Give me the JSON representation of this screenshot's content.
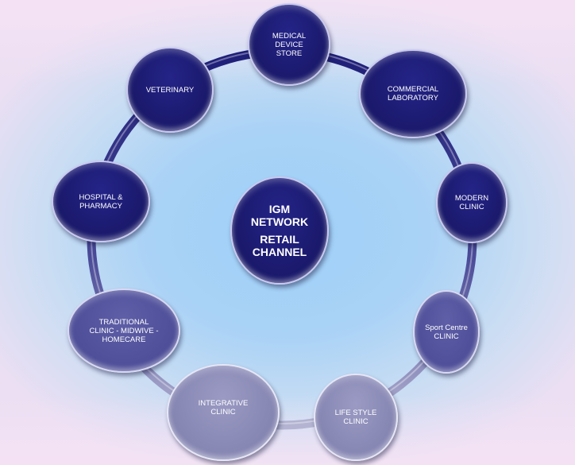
{
  "center": {
    "line1": "IGM\nNETWORK",
    "line2": "RETAIL\nCHANNEL"
  },
  "nodes": {
    "medical_device_store": "MEDICAL\nDEVICE\nSTORE",
    "commercial_laboratory": "COMMERCIAL\nLABORATORY",
    "modern_clinic": "MODERN\nCLINIC",
    "sport_centre_clinic": "Sport Centre\nCLINIC",
    "life_style_clinic": "LIFE STYLE\nCLINIC",
    "integrative_clinic": "INTEGRATIVE\nCLINIC",
    "traditional_clinic": "TRADITIONAL\nCLINIC  - MIDWIVE -\nHOMECARE",
    "hospital_pharmacy": "HOSPITAL &\nPHARMACY",
    "veterinary": "VETERINARY"
  },
  "colors": {
    "ring_top": "#1e1e78",
    "ring_bottom": "#b4b4d2"
  }
}
